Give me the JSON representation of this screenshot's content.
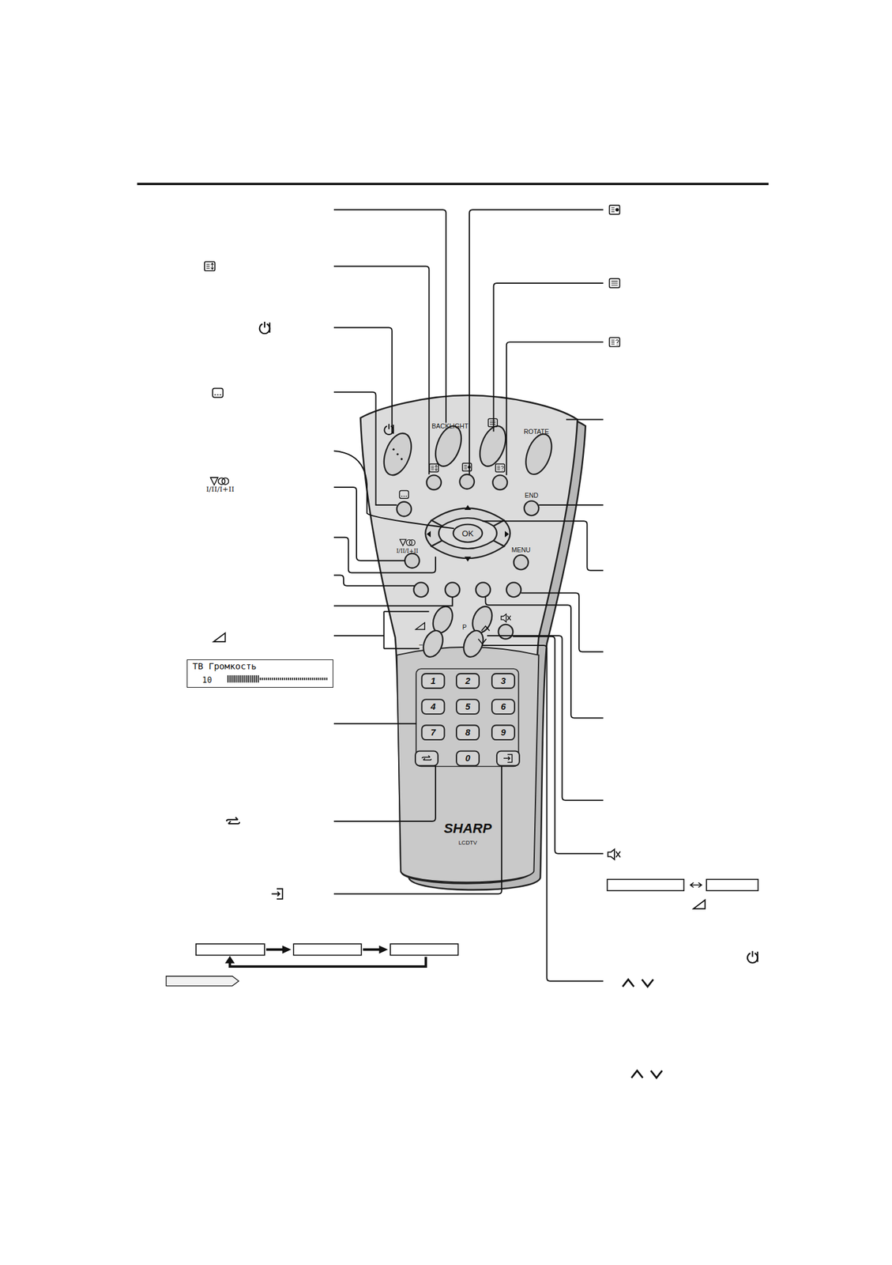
{
  "diagram": {
    "nodes": [
      {
        "text": [
          "ТВ Громкость",
          "10"
        ]
      }
    ],
    "labels": [
      "BACKLIGHT",
      "ROTATE",
      "END",
      "MENU",
      "OK",
      "I/II/I+II",
      "I/II/I+II",
      "−",
      "P",
      "1",
      "2",
      "3",
      "4",
      "5",
      "6",
      "7",
      "8",
      "9",
      "0",
      "SHARP",
      "LCDTV"
    ]
  }
}
